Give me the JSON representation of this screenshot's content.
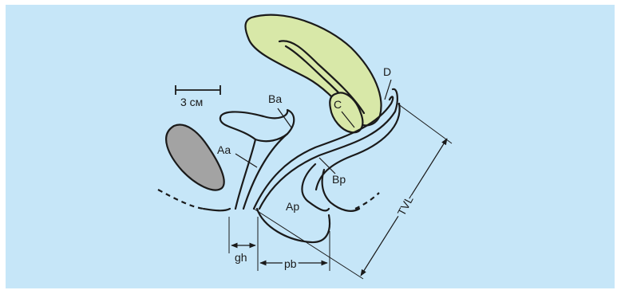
{
  "diagram": {
    "scale_label": "3 см",
    "labels": {
      "aa": "Aa",
      "ba": "Ba",
      "c": "C",
      "d": "D",
      "bp": "Bp",
      "ap": "Ap",
      "gh": "gh",
      "pb": "pb",
      "tvl": "TVL"
    }
  },
  "colors": {
    "background": "#c6e6f8",
    "uterus_fill": "#d8e8a8",
    "bone_fill": "#a3a3a3",
    "line": "#1a1a1a"
  }
}
